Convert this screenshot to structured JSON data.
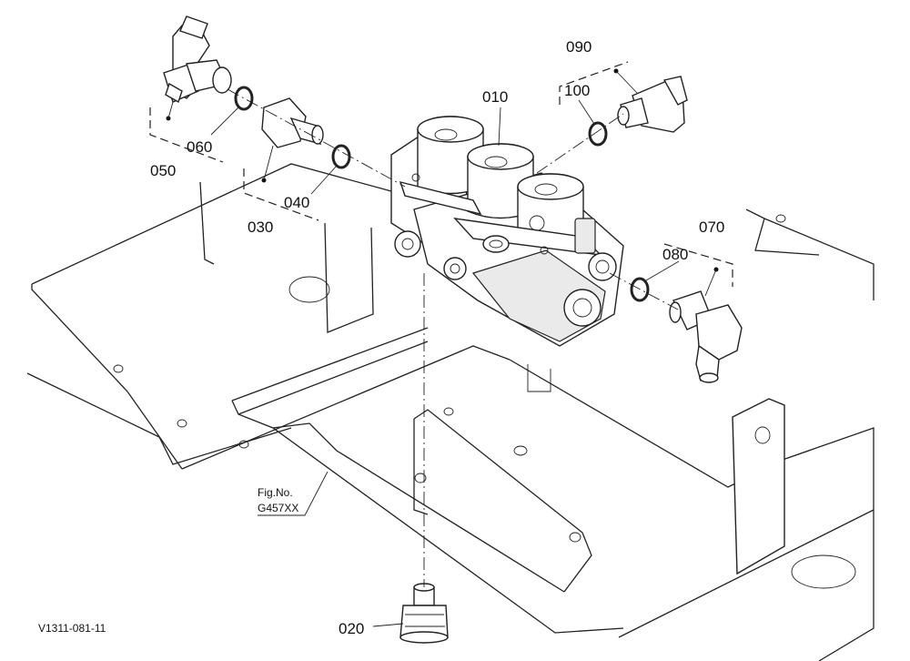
{
  "labels": {
    "p010": "010",
    "p020": "020",
    "p030": "030",
    "p040": "040",
    "p050": "050",
    "p060": "060",
    "p070": "070",
    "p080": "080",
    "p090": "090",
    "p100": "100"
  },
  "figure_ref": {
    "line1": "Fig.No.",
    "line2": "G457XX"
  },
  "drawing_code": "V1311-081-11"
}
